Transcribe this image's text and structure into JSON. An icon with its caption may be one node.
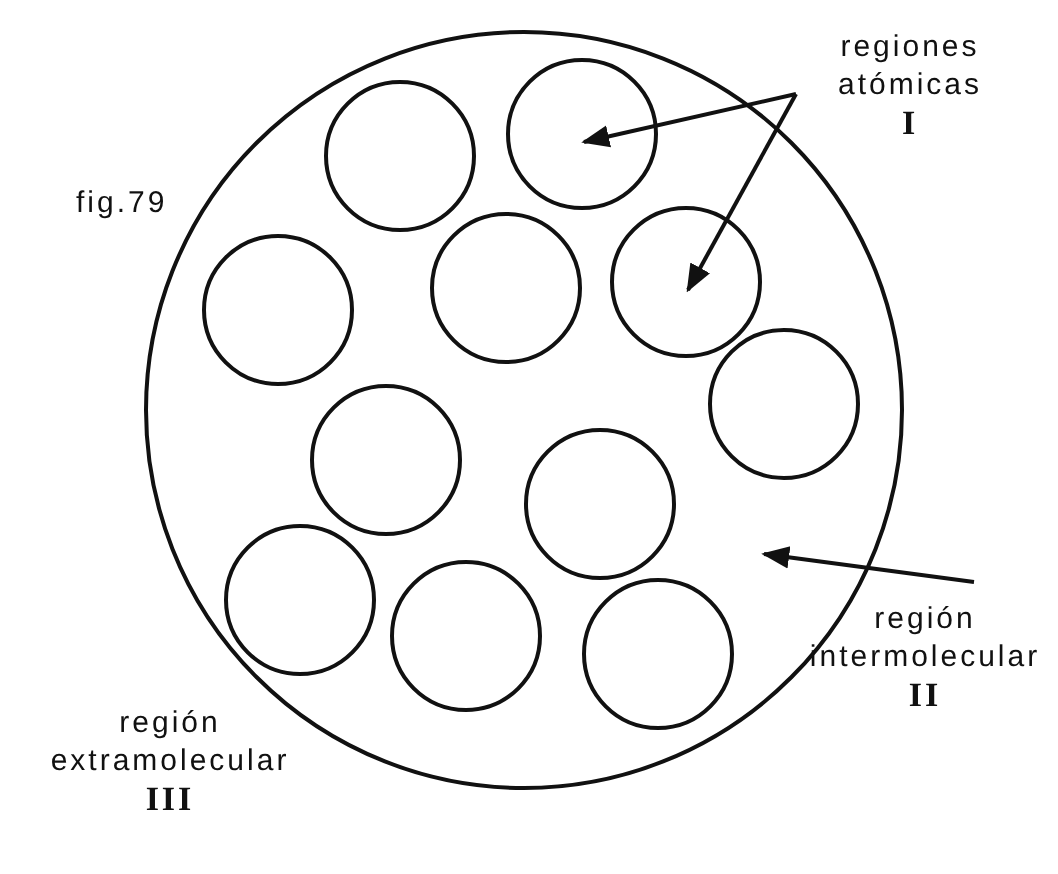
{
  "diagram": {
    "nodes": [
      {
        "text": [
          "regiones atómicas",
          "I"
        ]
      },
      {
        "text": [],
        "shape": "circle"
      },
      {
        "text": [],
        "shape": "circle",
        "in": 1
      },
      {
        "text": [],
        "shape": "circle",
        "in": 1
      },
      {
        "text": [],
        "shape": "circle",
        "in": 1
      },
      {
        "text": [],
        "shape": "circle",
        "in": 1
      },
      {
        "text": [],
        "shape": "circle",
        "in": 1
      },
      {
        "text": [],
        "shape": "circle",
        "in": 1
      },
      {
        "text": [],
        "shape": "circle",
        "in": 1
      },
      {
        "text": [],
        "shape": "circle",
        "in": 1
      },
      {
        "text": [],
        "shape": "circle",
        "in": 1
      },
      {
        "text": [],
        "shape": "circle",
        "in": 1
      },
      {
        "text": [],
        "shape": "circle",
        "in": 1
      },
      {
        "text": [
          "región intermolecular",
          "II"
        ]
      }
    ],
    "edges": [
      {
        "from": 0,
        "to": 3,
        "arrow": "to"
      },
      {
        "from": 0,
        "to": 6,
        "arrow": "to"
      },
      {
        "from": 13,
        "to": 1,
        "arrow": "to"
      }
    ],
    "labels": [
      "fig.79",
      "región extramolecular",
      "III"
    ]
  }
}
